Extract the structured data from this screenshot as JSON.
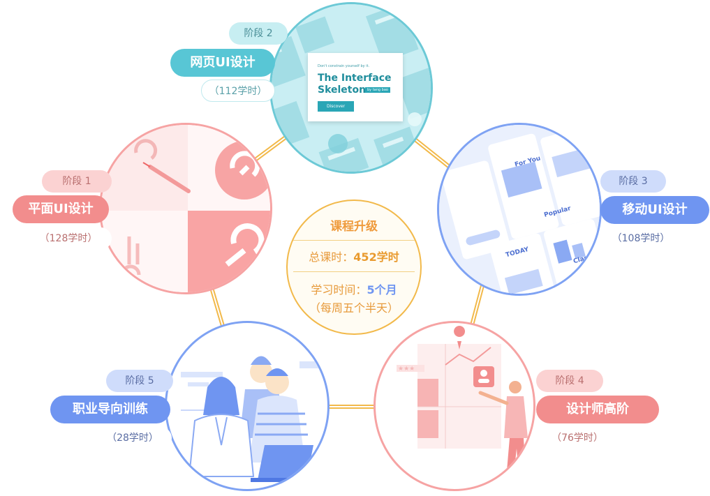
{
  "center": {
    "title": "课程升级",
    "total_label": "总课时：",
    "total_value": "452学时",
    "time_label": "学习时间：",
    "time_value": "5个月",
    "time_note": "（每周五个半天）"
  },
  "stages": [
    {
      "stage": "阶段 1",
      "name": "平面UI设计",
      "hours": "（128学时）"
    },
    {
      "stage": "阶段 2",
      "name": "网页UI设计",
      "hours": "（112学时）"
    },
    {
      "stage": "阶段 3",
      "name": "移动UI设计",
      "hours": "（108学时）"
    },
    {
      "stage": "阶段 4",
      "name": "设计师高阶",
      "hours": "（76学时）"
    },
    {
      "stage": "阶段 5",
      "name": "职业导向训练",
      "hours": "（28学时）"
    }
  ],
  "web_card": {
    "tagline": "Don't constrain yourself by it.",
    "headline_1": "The Interface",
    "headline_2": "Skeleton",
    "tag": "by tang bao",
    "button": "Discover"
  },
  "mobile_texts": {
    "for_you": "For You",
    "popular": "Popular",
    "today": "TODAY",
    "class": "Class"
  },
  "colors": {
    "teal": "#58c6d5",
    "pink": "#f28d8d",
    "blue": "#6f95f1",
    "gold": "#f2b94a"
  }
}
